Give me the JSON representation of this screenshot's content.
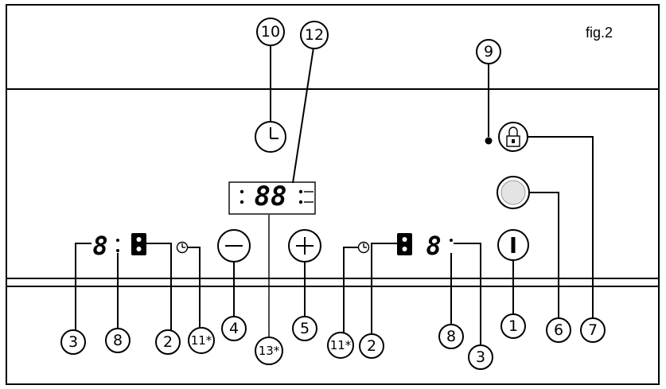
{
  "figure_label": "fig.2",
  "display_digits": {
    "center": "88",
    "left": "8",
    "right": "8"
  },
  "callouts": [
    {
      "id": "c1",
      "text": "1"
    },
    {
      "id": "c2a",
      "text": "2"
    },
    {
      "id": "c2b",
      "text": "2"
    },
    {
      "id": "c3a",
      "text": "3"
    },
    {
      "id": "c3b",
      "text": "3"
    },
    {
      "id": "c4",
      "text": "4"
    },
    {
      "id": "c5",
      "text": "5"
    },
    {
      "id": "c6",
      "text": "6"
    },
    {
      "id": "c7",
      "text": "7"
    },
    {
      "id": "c8a",
      "text": "8"
    },
    {
      "id": "c8b",
      "text": "8"
    },
    {
      "id": "c9",
      "text": "9"
    },
    {
      "id": "c10",
      "text": "10"
    },
    {
      "id": "c11a",
      "text": "11*"
    },
    {
      "id": "c11b",
      "text": "11*"
    },
    {
      "id": "c12",
      "text": "12"
    },
    {
      "id": "c13",
      "text": "13*"
    }
  ]
}
